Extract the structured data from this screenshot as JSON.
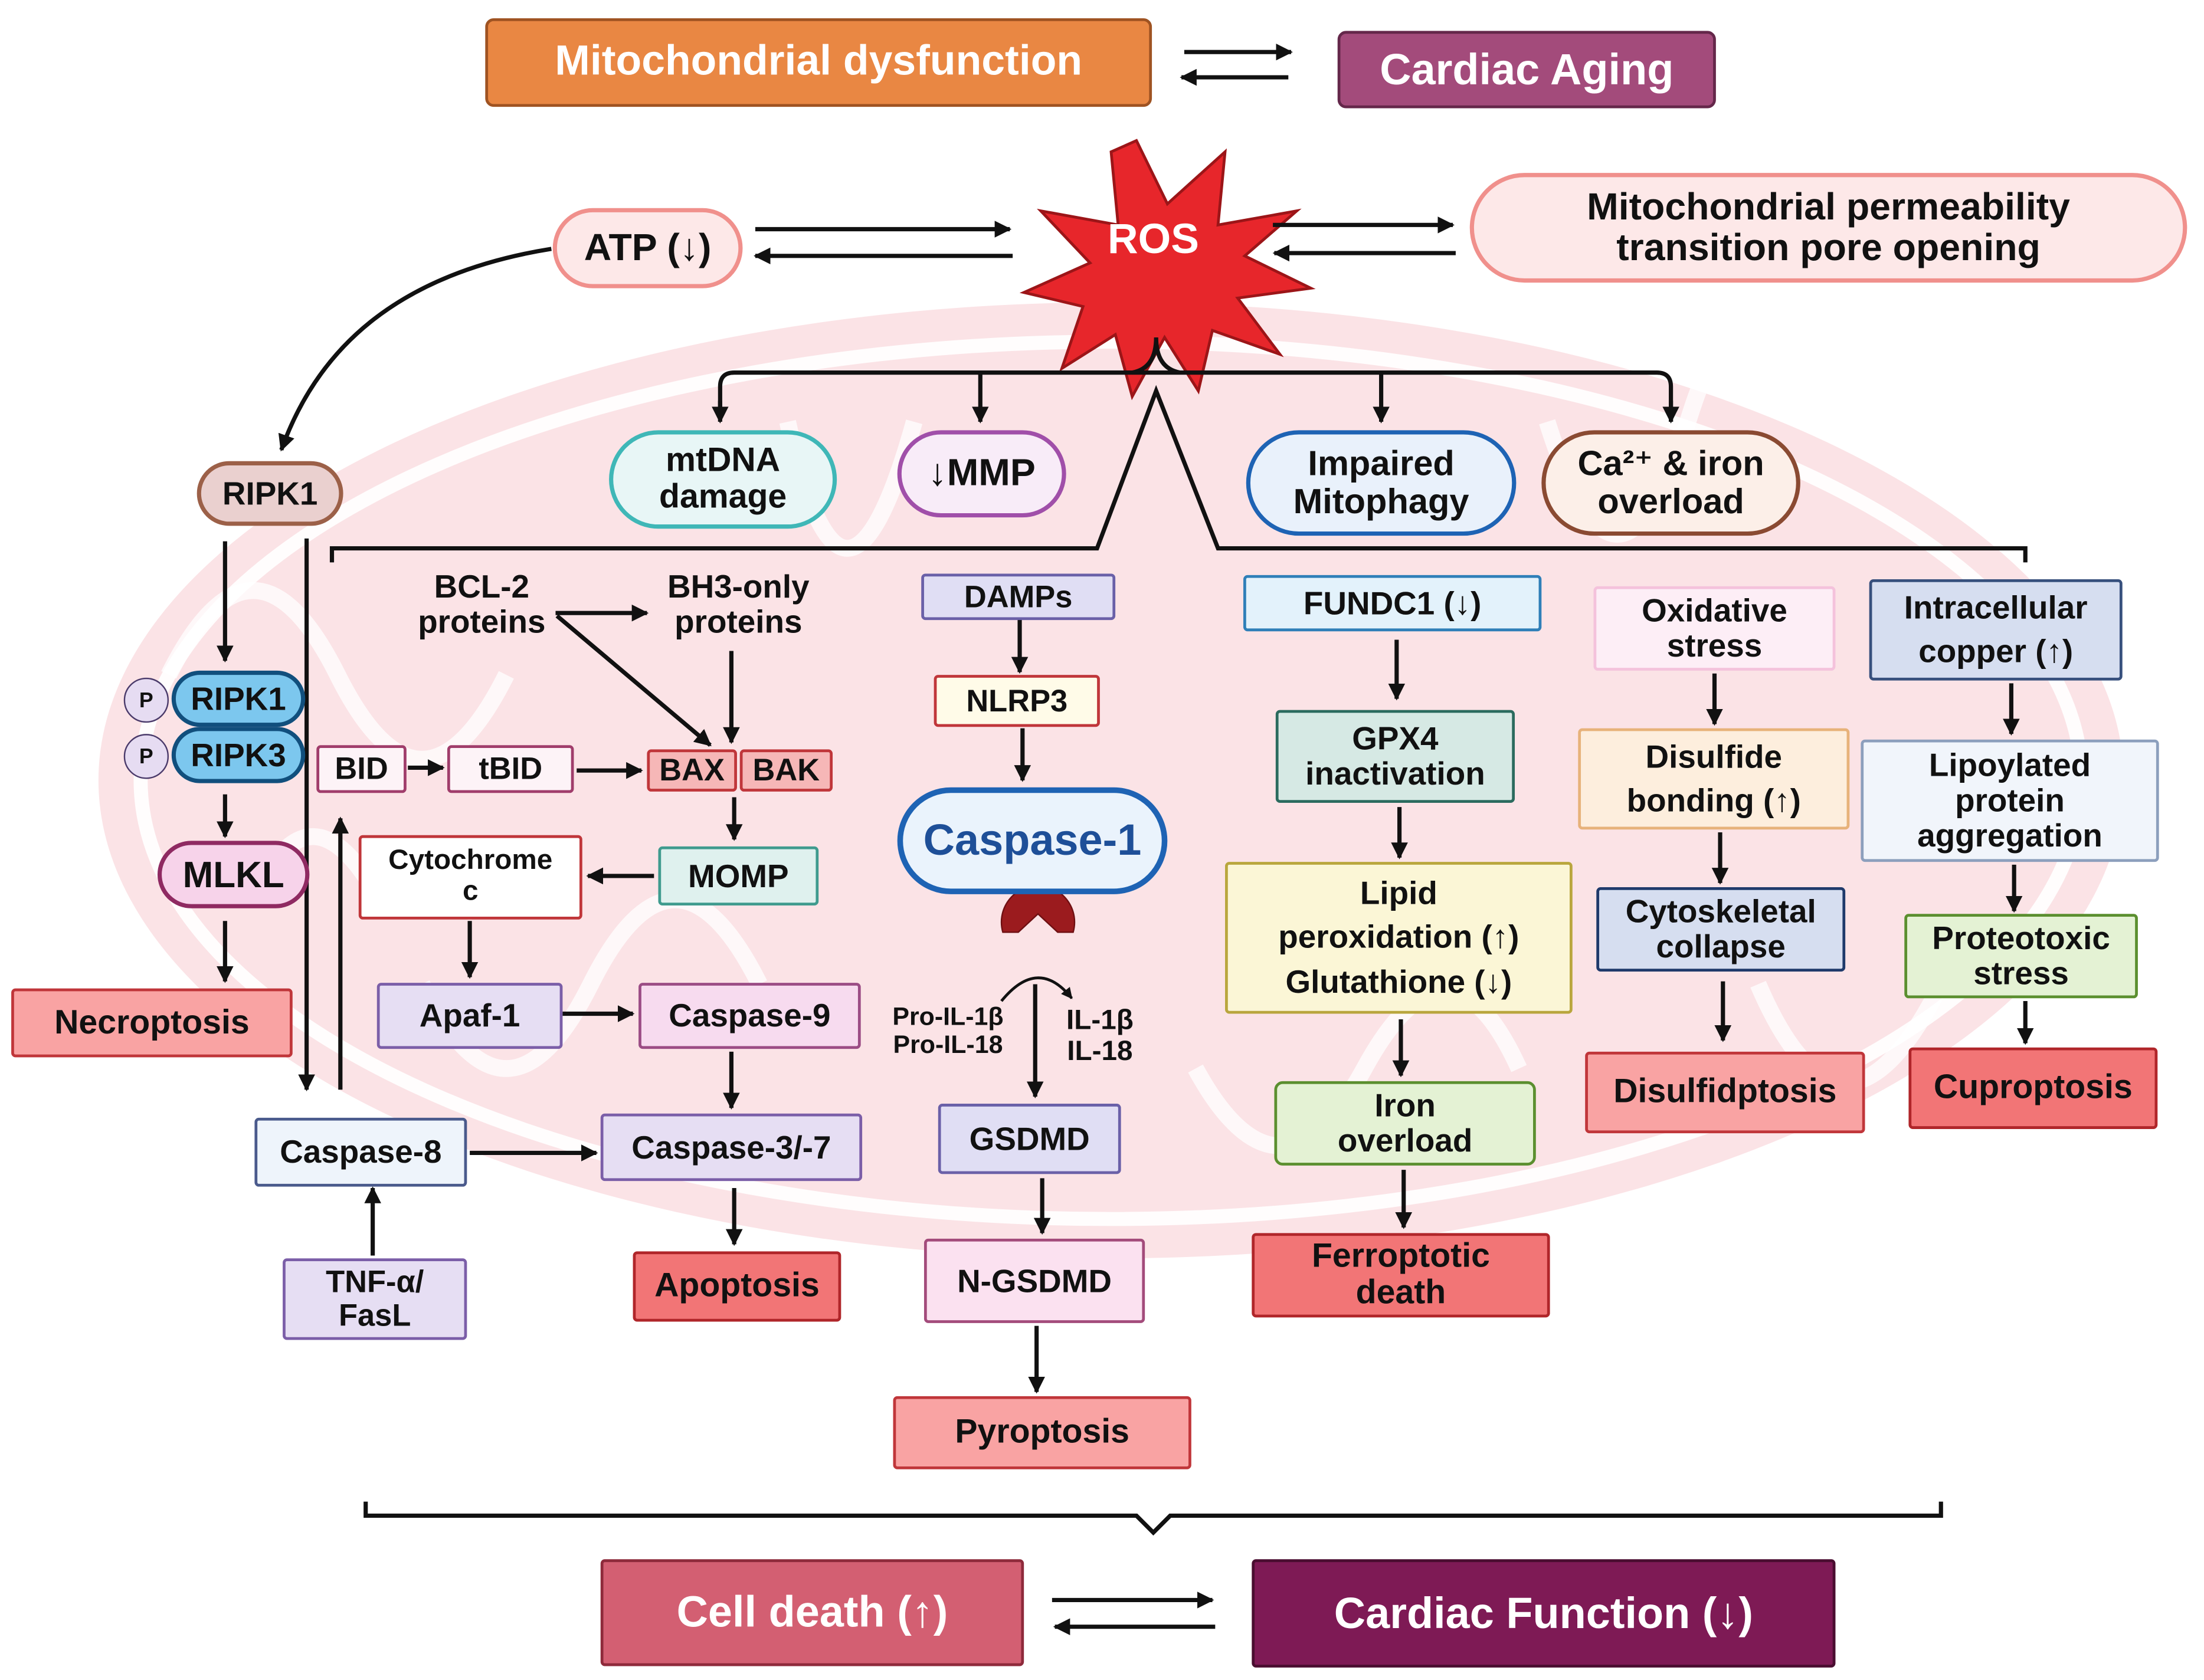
{
  "top": {
    "mito_dysfunction": "Mitochondrial dysfunction",
    "cardiac_aging": "Cardiac Aging"
  },
  "upstream": {
    "atp": "ATP (↓)",
    "ros": "ROS",
    "mptp_line1": "Mitochondrial permeability",
    "mptp_line2": "transition pore opening"
  },
  "consequences": {
    "mtdna_line1": "mtDNA",
    "mtdna_line2": "damage",
    "mmp": "↓MMP",
    "mitophagy_line1": "Impaired",
    "mitophagy_line2": "Mitophagy",
    "ca_line1": "Ca²⁺ & iron",
    "ca_line2": "overload"
  },
  "necroptosis": {
    "ripk1_top": "RIPK1",
    "p1": "P",
    "ripk1": "RIPK1",
    "p2": "P",
    "ripk3": "RIPK3",
    "mlkl": "MLKL",
    "outcome": "Necroptosis"
  },
  "apoptosis": {
    "bcl2_line1": "BCL-2",
    "bcl2_line2": "proteins",
    "bh3_line1": "BH3-only",
    "bh3_line2": "proteins",
    "bid": "BID",
    "tbid": "tBID",
    "bax": "BAX",
    "bak": "BAK",
    "momp": "MOMP",
    "cytc_line1": "Cytochrome",
    "cytc_line2": "c",
    "apaf1": "Apaf-1",
    "casp9": "Caspase-9",
    "casp8": "Caspase-8",
    "casp37": "Caspase-3/-7",
    "tnf_line1": "TNF-α/",
    "tnf_line2": "FasL",
    "outcome": "Apoptosis"
  },
  "pyroptosis": {
    "damps": "DAMPs",
    "nlrp3": "NLRP3",
    "casp1": "Caspase-1",
    "pro_il1b": "Pro-IL-1β",
    "pro_il18": "Pro-IL-18",
    "il1b": "IL-1β",
    "il18": "IL-18",
    "gsdmd": "GSDMD",
    "ngsdmd": "N-GSDMD",
    "outcome": "Pyroptosis"
  },
  "ferroptosis": {
    "fundc1": "FUNDC1 (↓)",
    "gpx4_line1": "GPX4",
    "gpx4_line2": "inactivation",
    "lipid_line1": "Lipid",
    "lipid_line2": "peroxidation (↑)",
    "lipid_line3": "Glutathione (↓)",
    "iron_line1": "Iron",
    "iron_line2": "overload",
    "outcome_line1": "Ferroptotic",
    "outcome_line2": "death"
  },
  "disulfidptosis": {
    "ox_line1": "Oxidative",
    "ox_line2": "stress",
    "disulfide_line1": "Disulfide",
    "disulfide_line2": "bonding (↑)",
    "cyto_line1": "Cytoskeletal",
    "cyto_line2": "collapse",
    "outcome": "Disulfidptosis"
  },
  "cuproptosis": {
    "copper_line1": "Intracellular",
    "copper_line2": "copper (↑)",
    "lipo_line1": "Lipoylated",
    "lipo_line2": "protein",
    "lipo_line3": "aggregation",
    "proteo_line1": "Proteotoxic",
    "proteo_line2": "stress",
    "outcome": "Cuproptosis"
  },
  "bottom": {
    "cell_death": "Cell death (↑)",
    "cardiac_function": "Cardiac Function (↓)"
  }
}
